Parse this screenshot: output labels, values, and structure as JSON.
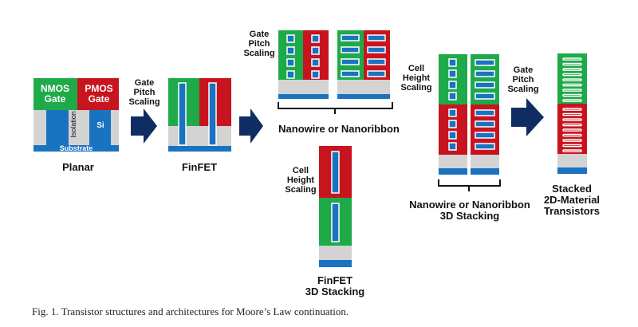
{
  "labels": {
    "planar": "Planar",
    "nmos_gate": "NMOS\nGate",
    "pmos_gate": "PMOS\nGate",
    "isolation": "Isolation",
    "si": "Si",
    "substrate": "Substrate",
    "finfet": "FinFET",
    "gate_pitch_scaling": "Gate\nPitch\nScaling",
    "cell_height_scaling": "Cell\nHeight\nScaling",
    "nanowire_nanoribbon": "Nanowire or Nanoribbon",
    "finfet_3d": "FinFET\n3D Stacking",
    "nanowire_3d": "Nanowire or Nanoribbon\n3D Stacking",
    "stacked_2d": "Stacked\n2D-Material\nTransistors"
  },
  "caption": "Fig. 1. Transistor structures and architectures for Moore’s Law continuation.",
  "colors": {
    "green": "#1faa4a",
    "red": "#c8141e",
    "blue": "#1a73c0",
    "gray": "#d3d3d3",
    "arrow": "#0f2d63"
  }
}
